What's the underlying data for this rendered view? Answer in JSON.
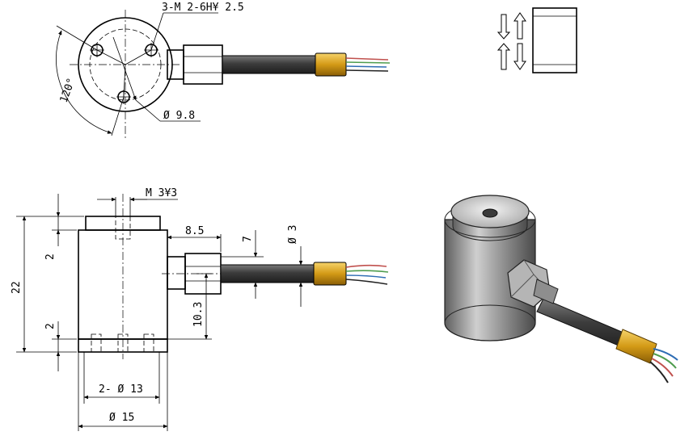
{
  "dimensions": {
    "thread_top": "3-M 2-6H¥ 2.5",
    "bolt_circle": "Ø 9.8",
    "angle": "120°",
    "center_thread": "M 3¥3",
    "height": "22",
    "top_step": "2",
    "bottom_step": "2",
    "offset": "8.5",
    "cable_pos": "7",
    "cable_dia": "Ø 3",
    "cable_height": "10.3",
    "bolt_circle_bottom": "2- Ø 13",
    "body_dia": "Ø 15"
  },
  "colors": {
    "line": "#000000",
    "cable": "#4a4a4a",
    "brass": "#d9a21b",
    "body_light": "#d8d8d8",
    "body_dark": "#6e6e6e"
  }
}
